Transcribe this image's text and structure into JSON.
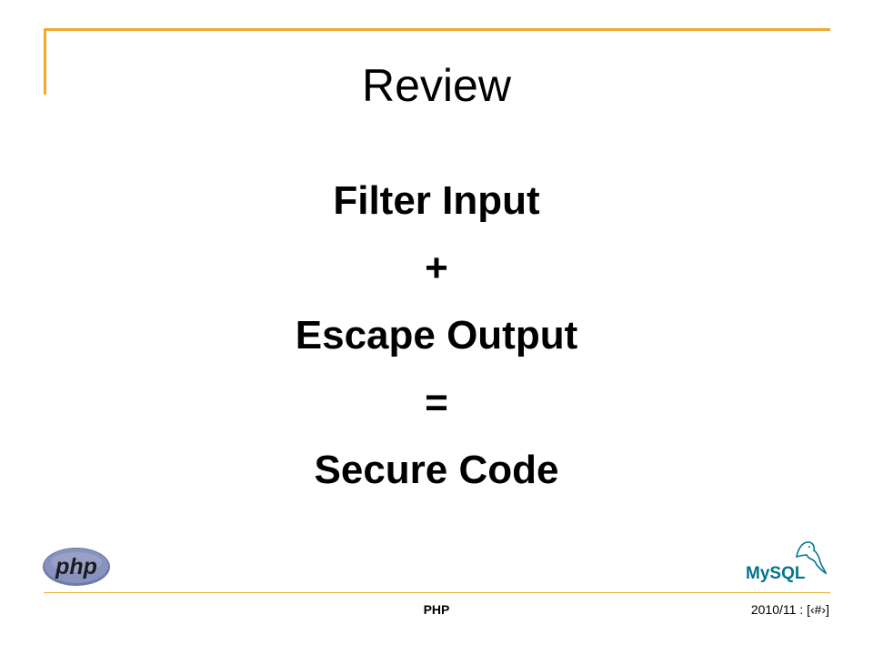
{
  "slide": {
    "title": "Review",
    "lines": [
      "Filter Input",
      "+",
      "Escape Output",
      "=",
      "Secure Code"
    ]
  },
  "logos": {
    "left": {
      "icon": "php-logo-icon",
      "text": "php"
    },
    "right": {
      "icon": "mysql-logo-icon",
      "text": "MySQL"
    }
  },
  "footer": {
    "center": "PHP",
    "right": "2010/11 : [‹#›]"
  },
  "colors": {
    "accent": "#F0A830",
    "php_logo_fill": "#8892BF",
    "mysql_blue": "#00758F",
    "mysql_orange": "#F29111"
  }
}
